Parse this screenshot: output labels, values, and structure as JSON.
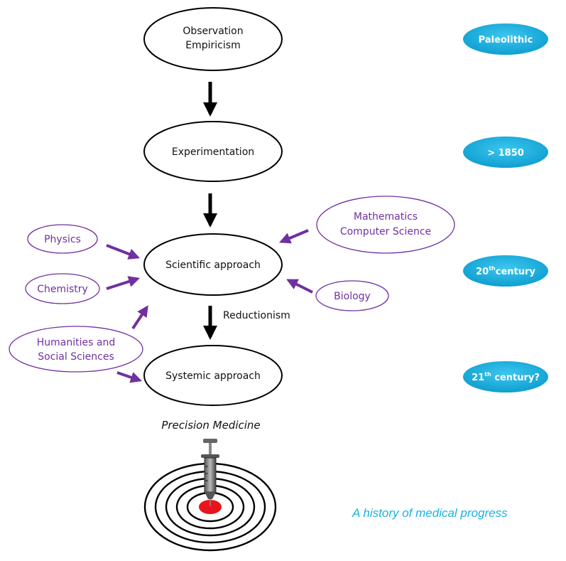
{
  "nodes": {
    "observation": {
      "line1": "Observation",
      "line2": "Empiricism"
    },
    "experimentation": {
      "label": "Experimentation"
    },
    "scientific": {
      "label": "Scientific approach"
    },
    "systemic": {
      "label": "Systemic approach"
    }
  },
  "edge_labels": {
    "reductionism": "Reductionism"
  },
  "disciplines": {
    "physics": "Physics",
    "chemistry": "Chemistry",
    "humanities": {
      "line1": "Humanities and",
      "line2": "Social Sciences"
    },
    "mathematics": {
      "line1": "Mathematics",
      "line2": "Computer Science"
    },
    "biology": "Biology"
  },
  "eras": {
    "paleolithic": {
      "text": "Paleolithic"
    },
    "y1850": {
      "text": "> 1850"
    },
    "c20": {
      "main": "20",
      "sup": "th",
      "rest": "century"
    },
    "c21": {
      "main": "21",
      "sup": "th",
      "rest": " century?"
    }
  },
  "precision_medicine": "Precision Medicine",
  "history_caption": "A history of medical progress",
  "colors": {
    "discipline": "#7030a0",
    "era_fill": "#1ab2e0",
    "caption": "#1ab2e0",
    "target_center": "#e8141c"
  },
  "icons": [
    "syringe-icon",
    "target-icon"
  ]
}
